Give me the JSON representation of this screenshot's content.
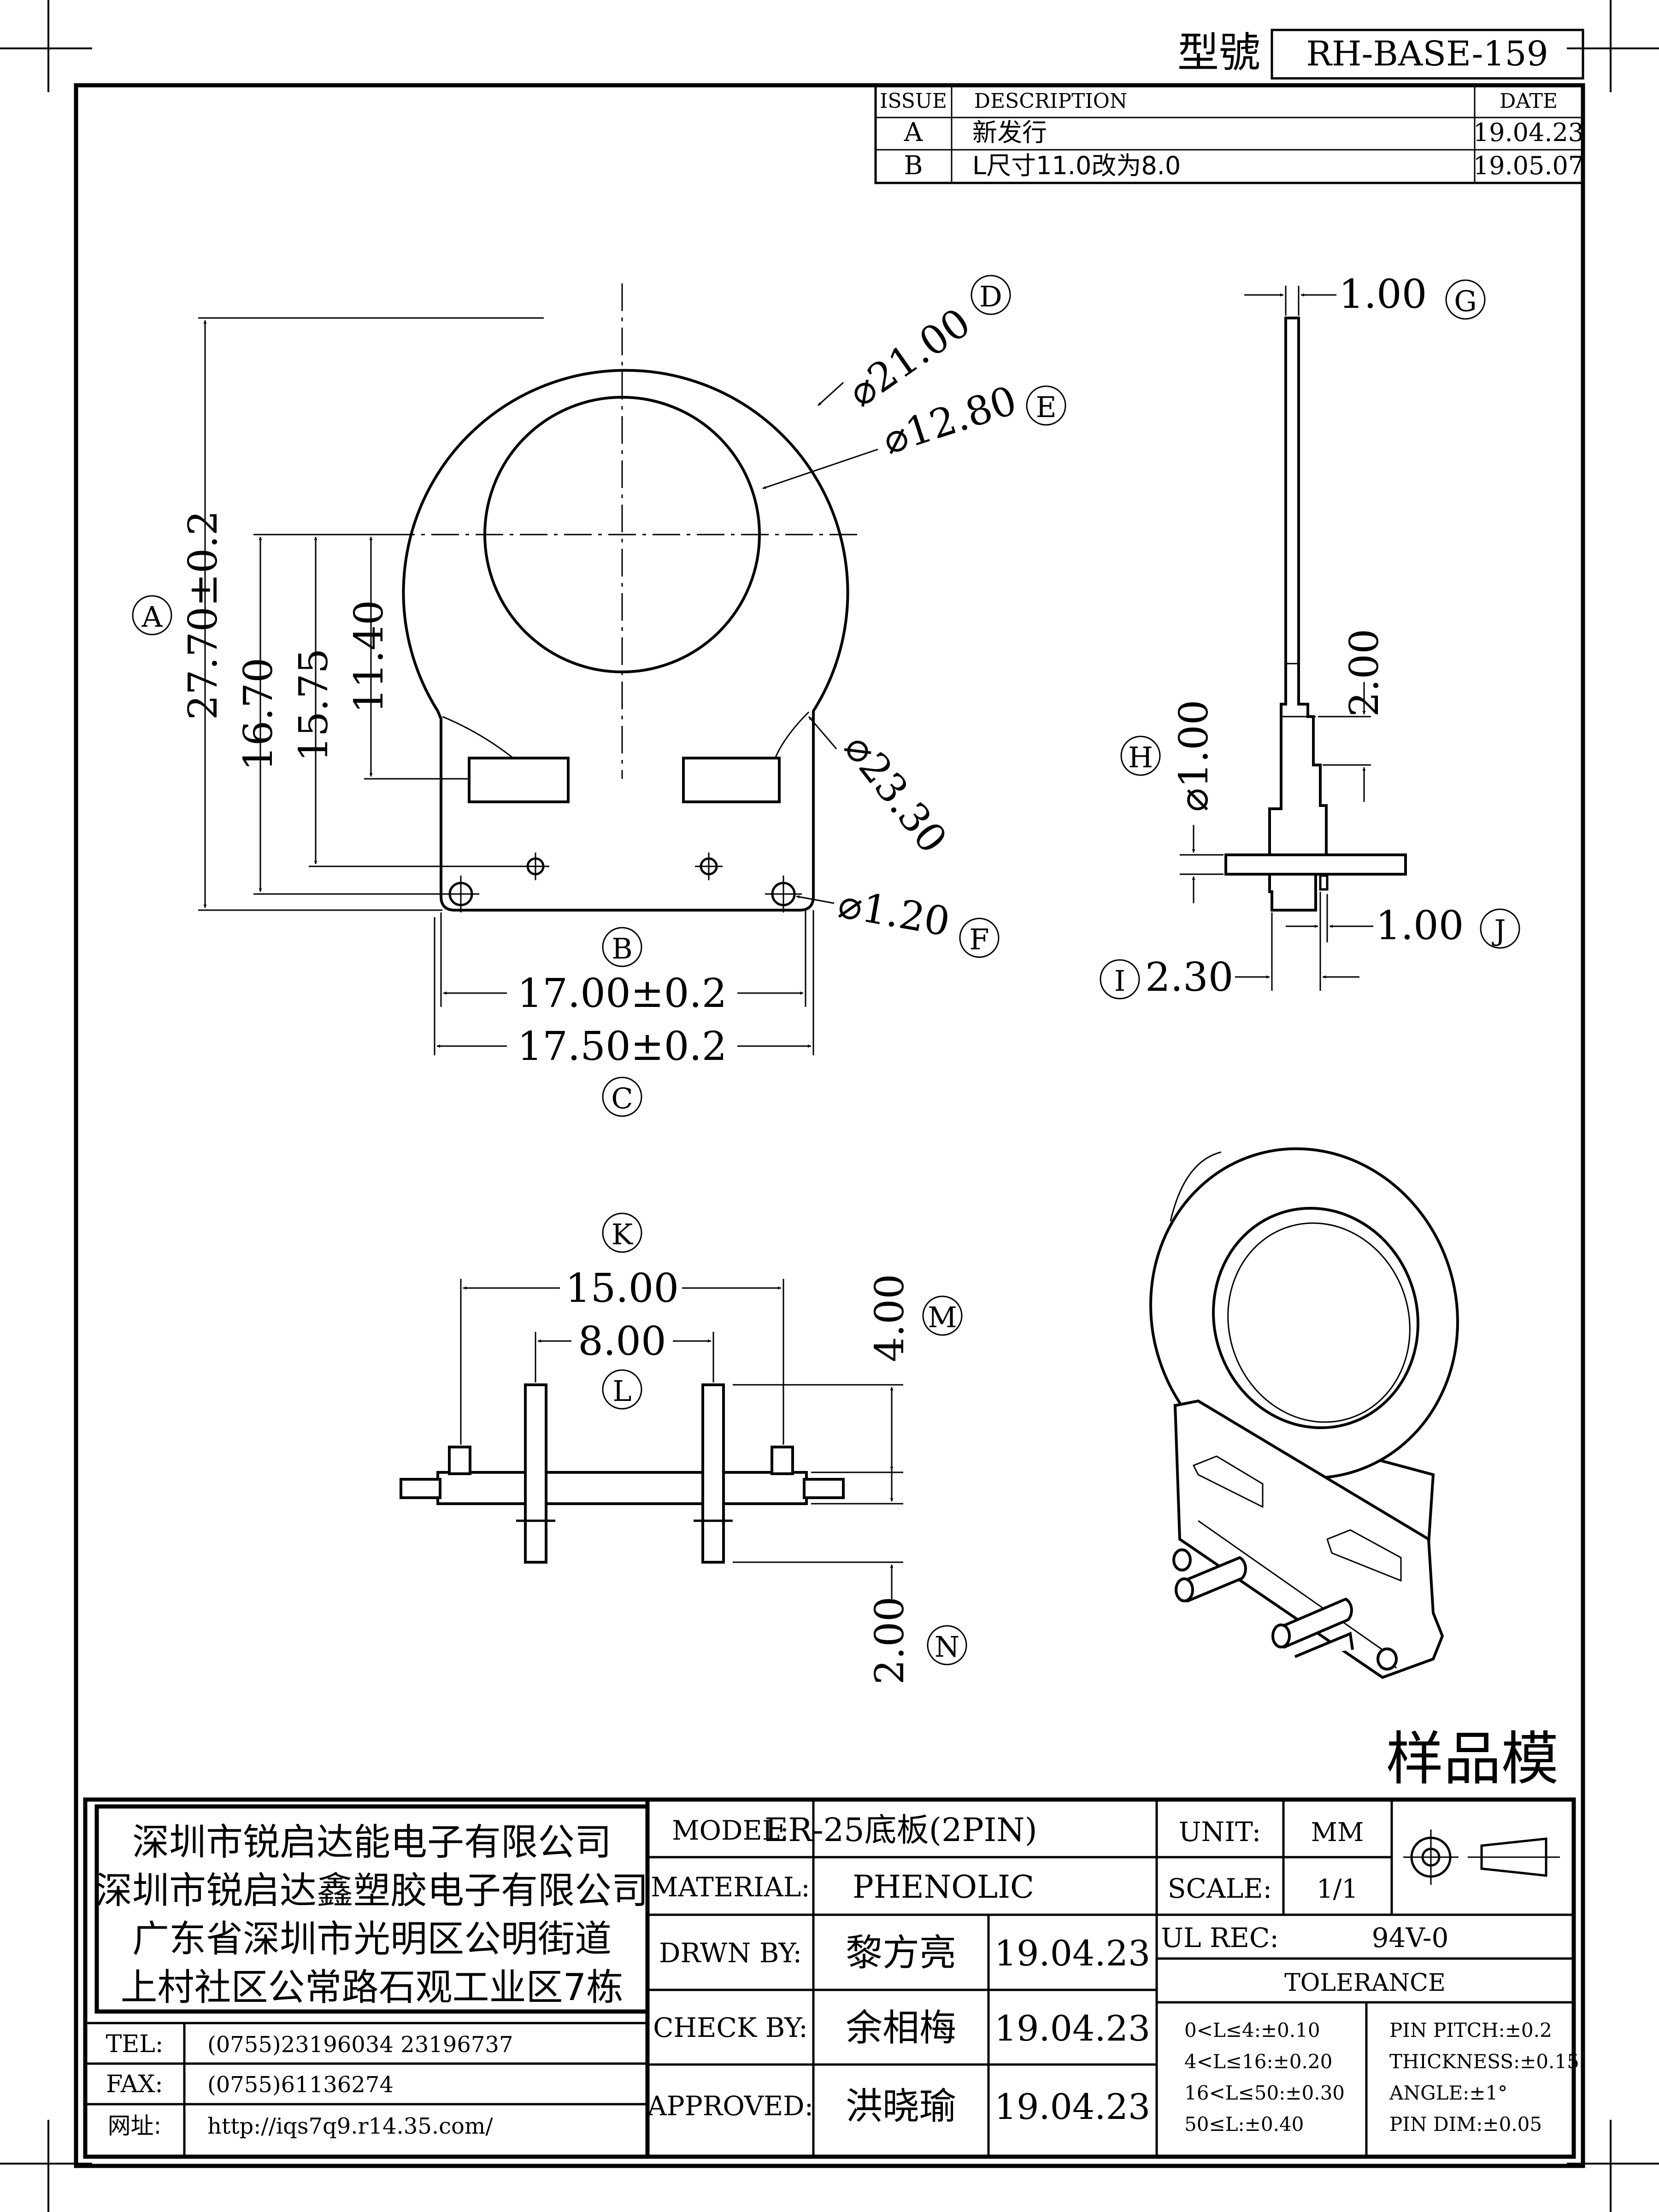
{
  "title_block": {
    "model_no_label": "型號",
    "model_no": "RH-BASE-159",
    "sample_stamp": "样品模"
  },
  "revisions": {
    "headers": [
      "ISSUE",
      "DESCRIPTION",
      "DATE"
    ],
    "rows": [
      {
        "issue": "A",
        "description": "新发行",
        "date": "19.04.23"
      },
      {
        "issue": "B",
        "description": "L尺寸11.0改为8.0",
        "date": "19.05.07"
      }
    ]
  },
  "front_view": {
    "d_outer": "⌀21.00",
    "d_outer_tag": "D",
    "d_inner": "⌀12.80",
    "d_inner_tag": "E",
    "height_total": "27.70±0.2",
    "height_total_tag": "A",
    "h_16_70": "16.70",
    "h_15_75": "15.75",
    "h_11_40": "11.40",
    "base_d": "⌀23.30",
    "pin_hole": "⌀1.20",
    "pin_hole_tag": "F",
    "width_b": "17.00±0.2",
    "width_b_tag": "B",
    "width_c": "17.50±0.2",
    "width_c_tag": "C"
  },
  "side_view": {
    "thickness": "1.00",
    "thickness_tag": "G",
    "step": "2.00",
    "pin_d": "⌀1.00",
    "pin_d_tag": "H",
    "pin_len": "1.00",
    "pin_len_tag": "J",
    "base_depth": "2.30",
    "base_depth_tag": "I"
  },
  "bottom_view": {
    "pitch_outer": "15.00",
    "pitch_outer_tag": "K",
    "pitch_inner": "8.00",
    "pitch_inner_tag": "L",
    "pin_up": "4.00",
    "pin_up_tag": "M",
    "pin_down": "2.00",
    "pin_down_tag": "N"
  },
  "company": {
    "lines": [
      "深圳市锐启达能电子有限公司",
      "深圳市锐启达鑫塑胶电子有限公司",
      "广东省深圳市光明区公明街道",
      "上村社区公常路石观工业区7栋"
    ],
    "tel_label": "TEL:",
    "tel": "(0755)23196034  23196737",
    "fax_label": "FAX:",
    "fax": "(0755)61136274",
    "web_label": "网址:",
    "web": "http://iqs7q9.r14.35.com/"
  },
  "info": {
    "model_label": "MODEL:",
    "model": "ER-25底板(2PIN)",
    "material_label": "MATERIAL:",
    "material": "PHENOLIC",
    "drawn_label": "DRWN BY:",
    "drawn_by": "黎方亮",
    "drawn_date": "19.04.23",
    "check_label": "CHECK BY:",
    "check_by": "余相梅",
    "check_date": "19.04.23",
    "approved_label": "APPROVED:",
    "approved_by": "洪晓瑜",
    "approved_date": "19.04.23",
    "unit_label": "UNIT:",
    "unit": "MM",
    "scale_label": "SCALE:",
    "scale": "1/1",
    "ul_label": "UL REC:",
    "ul": "94V-0",
    "tolerance_label": "TOLERANCE",
    "tolerance_left": [
      "0<L≤4:±0.10",
      "4<L≤16:±0.20",
      "16<L≤50:±0.30",
      "50≤L:±0.40"
    ],
    "tolerance_right": [
      "PIN PITCH:±0.2",
      "THICKNESS:±0.15",
      "ANGLE:±1°",
      "PIN DIM:±0.05"
    ]
  }
}
